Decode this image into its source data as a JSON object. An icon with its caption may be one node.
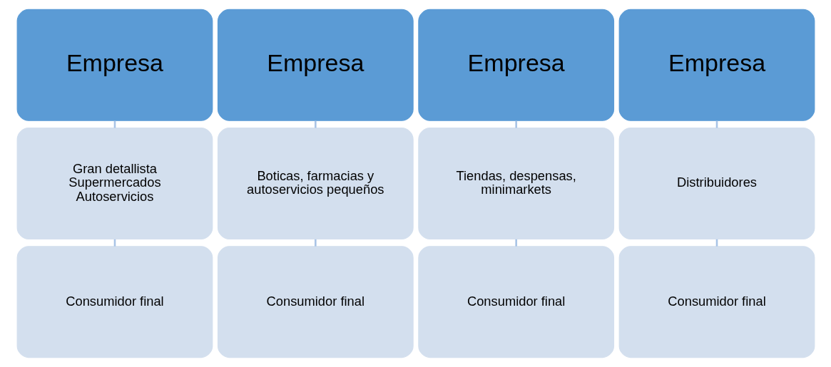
{
  "diagram": {
    "nodes": [
      {
        "text": [
          "Empresa"
        ]
      },
      {
        "text": [
          "Gran detallista",
          "Supermercados",
          "Autoservicios"
        ]
      },
      {
        "text": [
          "Consumidor final"
        ]
      },
      {
        "text": [
          "Empresa"
        ]
      },
      {
        "text": [
          "Boticas, farmacias y autoservicios pequeños"
        ]
      },
      {
        "text": [
          "Consumidor final"
        ]
      },
      {
        "text": [
          "Empresa"
        ]
      },
      {
        "text": [
          "Tiendas, despensas, minimarkets"
        ]
      },
      {
        "text": [
          "Consumidor final"
        ]
      },
      {
        "text": [
          "Empresa"
        ]
      },
      {
        "text": [
          "Distribuidores"
        ]
      },
      {
        "text": [
          "Consumidor final"
        ]
      }
    ],
    "edges": [
      {
        "from": 0,
        "to": 1,
        "arrow": "none"
      },
      {
        "from": 1,
        "to": 2,
        "arrow": "none"
      },
      {
        "from": 3,
        "to": 4,
        "arrow": "none"
      },
      {
        "from": 4,
        "to": 5,
        "arrow": "none"
      },
      {
        "from": 6,
        "to": 7,
        "arrow": "none"
      },
      {
        "from": 7,
        "to": 8,
        "arrow": "none"
      },
      {
        "from": 9,
        "to": 10,
        "arrow": "none"
      },
      {
        "from": 10,
        "to": 11,
        "arrow": "none"
      }
    ]
  }
}
